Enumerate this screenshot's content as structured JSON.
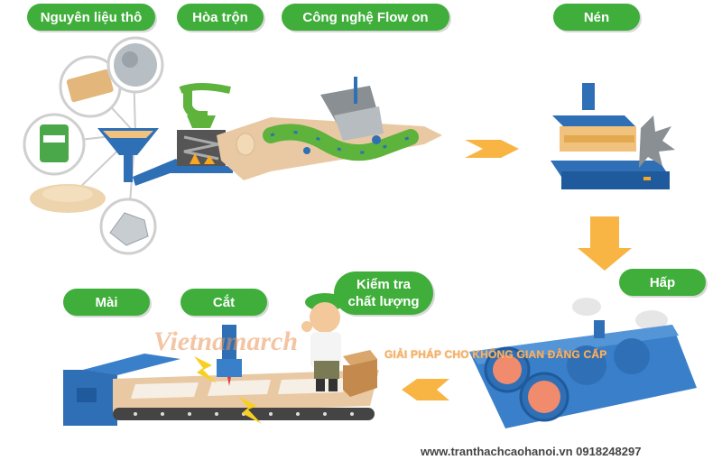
{
  "steps": {
    "raw_materials": "Nguyên liệu thô",
    "mixing": "Hòa trộn",
    "flow_on": "Công nghệ Flow on",
    "press": "Nén",
    "steam": "Hấp",
    "quality_line1": "Kiểm tra",
    "quality_line2": "chất lượng",
    "cut": "Cắt",
    "grind": "Mài"
  },
  "watermark": "Vietnamarch",
  "tagline": "GIẢI PHÁP CHO KHÔNG GIAN ĐẲNG CẤP",
  "footer": "www.tranthachcaohanoi.vn  0918248297",
  "colors": {
    "label_green": "#3fae3a",
    "arrow_orange": "#f7a823",
    "machine_blue": "#2f6fb6",
    "conveyor_beige": "#e9c9a3",
    "belt_green": "#5db33c"
  }
}
